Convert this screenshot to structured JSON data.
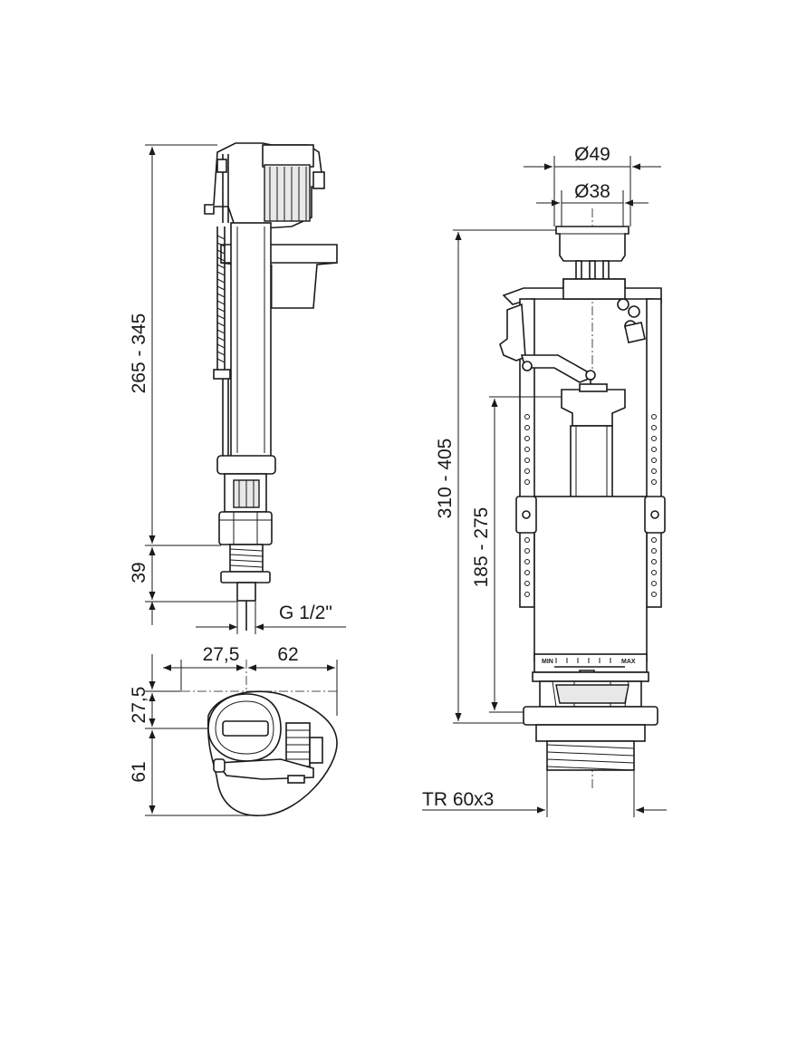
{
  "dimensions": {
    "fill_valve_height": "265 - 345",
    "fill_valve_thread_length": "39",
    "fill_valve_thread": "G 1/2\"",
    "top_view_width_1": "27,5",
    "top_view_width_2": "62",
    "top_view_depth_1": "27,5",
    "top_view_depth_2": "61",
    "button_outer_diameter": "Ø49",
    "button_inner_diameter": "Ø38",
    "flush_valve_height": "310 - 405",
    "flush_valve_lower_height": "185 - 275",
    "flush_valve_thread": "TR 60x3"
  },
  "scale_labels": {
    "min": "MIN",
    "max": "MAX"
  },
  "colors": {
    "line": "#1a1a1a",
    "background": "#ffffff",
    "shading": "#e8e8e8"
  }
}
